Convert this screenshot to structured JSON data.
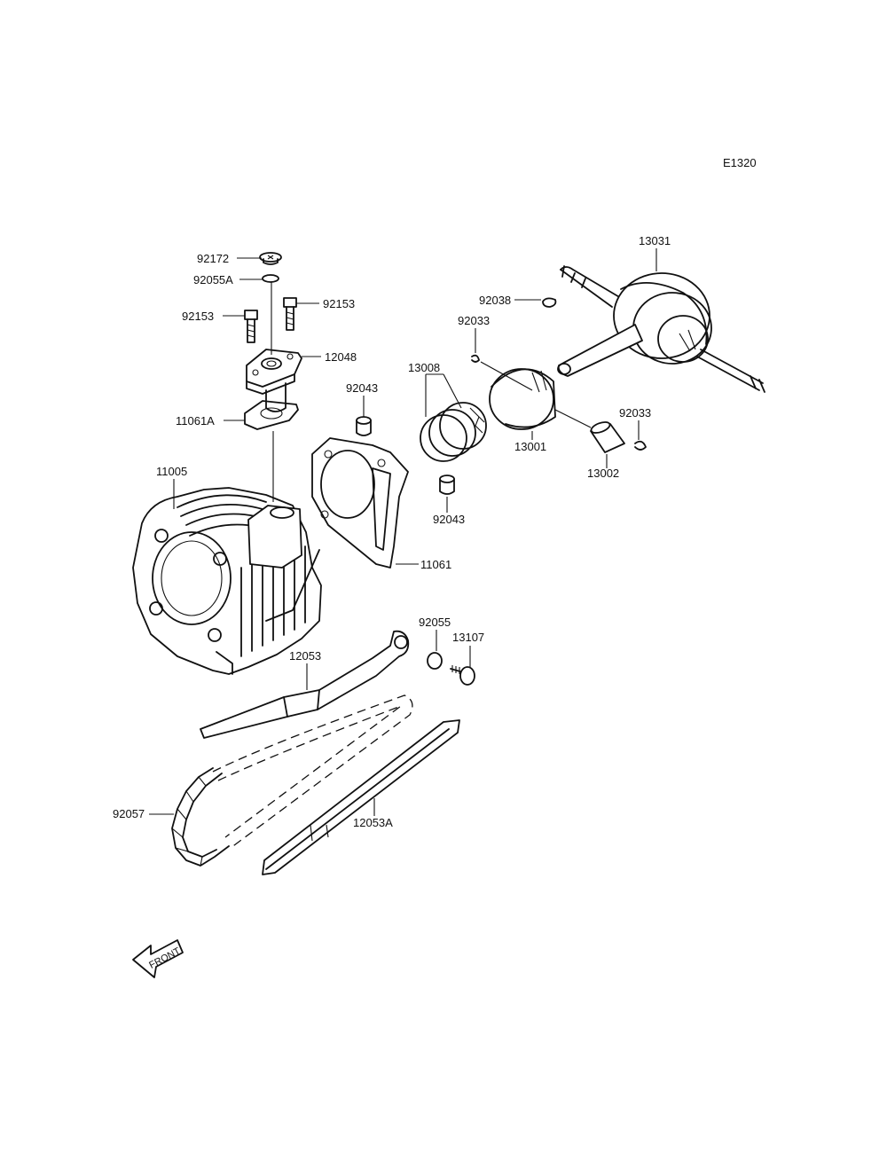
{
  "diagram_code": "E1320",
  "parts": [
    {
      "id": "p-92172",
      "label": "92172"
    },
    {
      "id": "p-92055a",
      "label": "92055A"
    },
    {
      "id": "p-92153-l",
      "label": "92153"
    },
    {
      "id": "p-92153-r",
      "label": "92153"
    },
    {
      "id": "p-12048",
      "label": "12048"
    },
    {
      "id": "p-11061a",
      "label": "11061A"
    },
    {
      "id": "p-11005",
      "label": "11005"
    },
    {
      "id": "p-92043-t",
      "label": "92043"
    },
    {
      "id": "p-92043-b",
      "label": "92043"
    },
    {
      "id": "p-11061",
      "label": "11061"
    },
    {
      "id": "p-13008",
      "label": "13008"
    },
    {
      "id": "p-92033-t",
      "label": "92033"
    },
    {
      "id": "p-92038",
      "label": "92038"
    },
    {
      "id": "p-13031",
      "label": "13031"
    },
    {
      "id": "p-13001",
      "label": "13001"
    },
    {
      "id": "p-92033-r",
      "label": "92033"
    },
    {
      "id": "p-13002",
      "label": "13002"
    },
    {
      "id": "p-92055",
      "label": "92055"
    },
    {
      "id": "p-13107",
      "label": "13107"
    },
    {
      "id": "p-12053",
      "label": "12053"
    },
    {
      "id": "p-92057",
      "label": "92057"
    },
    {
      "id": "p-12053a",
      "label": "12053A"
    }
  ],
  "front_arrow_label": "FRONT"
}
